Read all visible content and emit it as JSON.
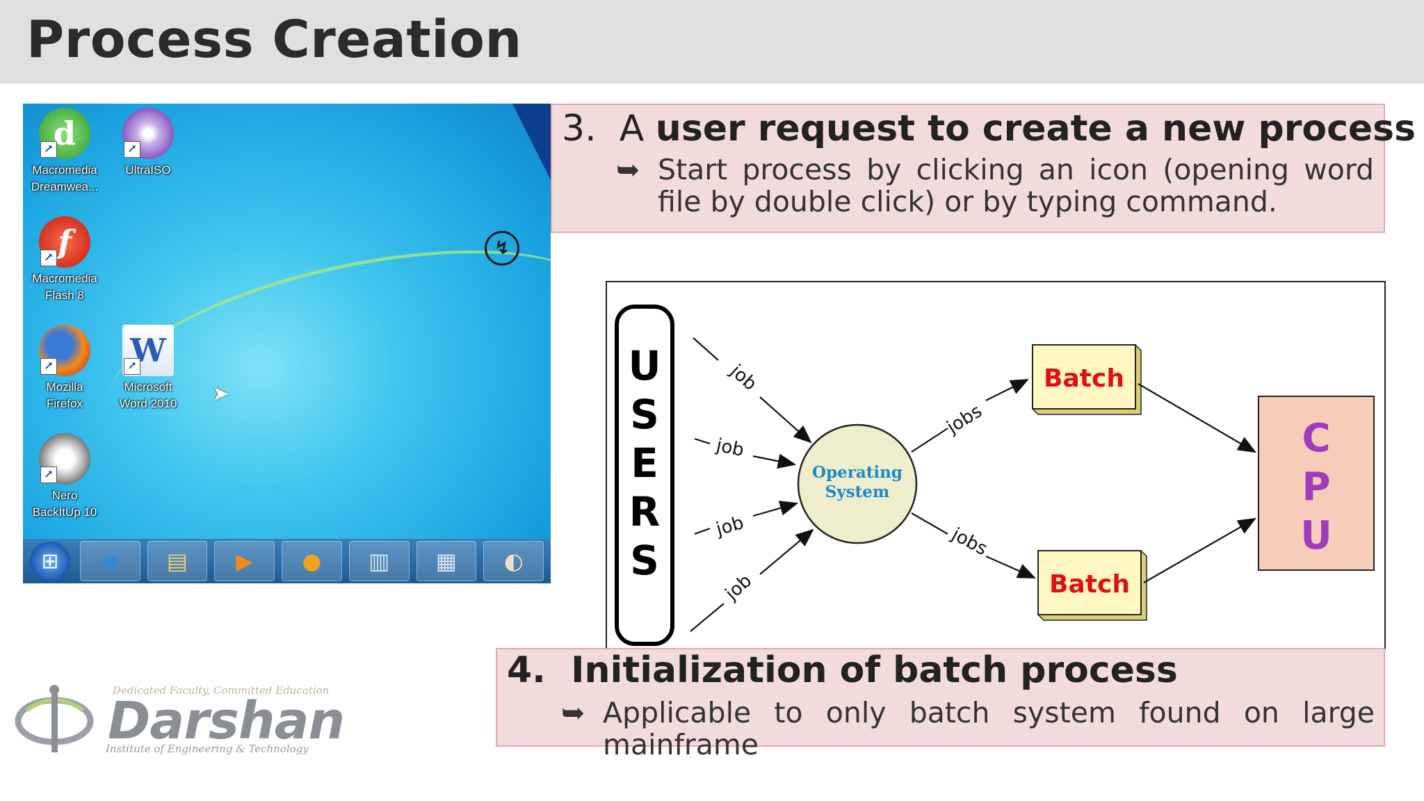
{
  "slide": {
    "title": "Process Creation"
  },
  "desktop": {
    "icons": [
      {
        "name": "Macromedia\nDreamwea...",
        "glyph": "d",
        "color": "#3db03a"
      },
      {
        "name": "UltraISO",
        "glyph": "◎",
        "color": "#9a6ac8"
      },
      {
        "name": "Macromedia\nFlash 8",
        "glyph": "f",
        "color": "#d42a1a"
      },
      {
        "name": "Mozilla\nFirefox",
        "glyph": "◉",
        "color": "#e8761a"
      },
      {
        "name": "Microsoft\nWord 2010",
        "glyph": "W",
        "color": "#2a5ab8"
      },
      {
        "name": "Nero\nBackItUp 10",
        "glyph": "◌",
        "color": "#888888"
      }
    ],
    "taskbar": [
      "e",
      "▤",
      "▶",
      "●",
      "▥",
      "▦",
      "◐"
    ]
  },
  "point3": {
    "number": "3.",
    "lead": "A ",
    "bold": "user request to create a new process",
    "bullet": "➥",
    "text": "Start process by clicking an icon (opening word file by double click) or by typing command."
  },
  "diagram": {
    "users_letters": [
      "U",
      "S",
      "E",
      "R",
      "S"
    ],
    "job_label": "job",
    "jobs_label": "jobs",
    "os_line1": "Operating",
    "os_line2": "System",
    "batch_label": "Batch",
    "cpu_letters": [
      "C",
      "P",
      "U"
    ]
  },
  "point4": {
    "number": "4.",
    "bold": "Initialization of batch process",
    "bullet": "➥",
    "text_line1": "Applicable to only batch system found on large",
    "text_line2": "mainframe"
  },
  "logo": {
    "tagline": "Dedicated Faculty, Committed Education",
    "name": "Darshan",
    "institute": "Institute of Engineering & Technology"
  }
}
